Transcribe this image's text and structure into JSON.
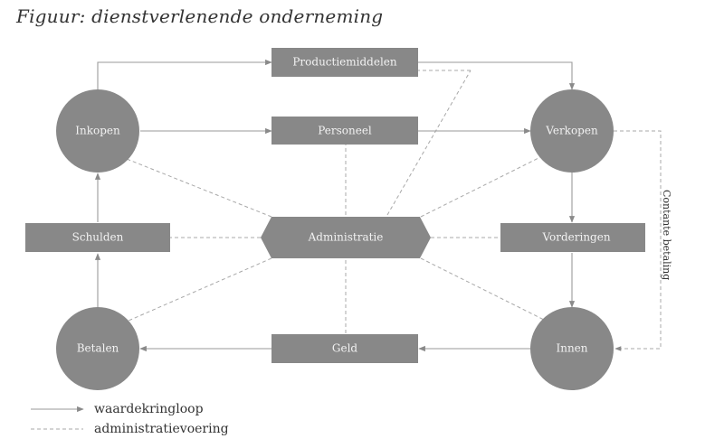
{
  "title": "Figuur: dienstverlenende onderneming",
  "nodes": {
    "inkopen": "Inkopen",
    "verkopen": "Verkopen",
    "betalen": "Betalen",
    "innen": "Innen",
    "productiemiddelen": "Productiemiddelen",
    "personeel": "Personeel",
    "schulden": "Schulden",
    "administratie": "Administratie",
    "vorderingen": "Vorderingen",
    "geld": "Geld"
  },
  "side_label": "Contante betaling",
  "legend": {
    "solid": "waardekringloop",
    "dashed": "administratievoering"
  },
  "colors": {
    "node_fill": "#888888",
    "node_text": "#f2f2f2",
    "line": "#9a9a9a"
  }
}
